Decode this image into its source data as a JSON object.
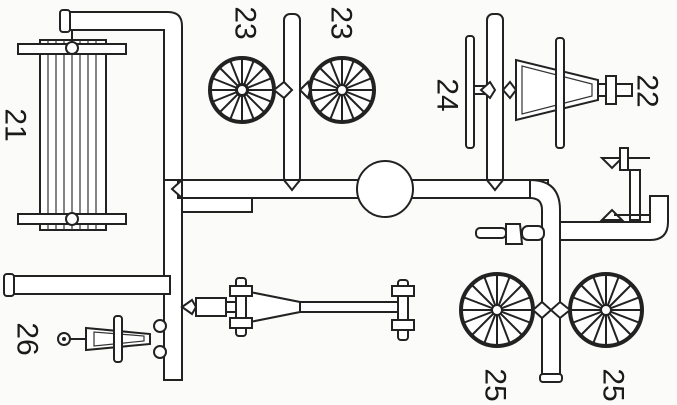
{
  "figure": {
    "part_labels": {
      "label_21": "21",
      "label_22": "22",
      "label_23_left": "23",
      "label_23_right": "23",
      "label_24": "24",
      "label_25_left": "25",
      "label_25_right": "25",
      "label_26": "26"
    }
  }
}
